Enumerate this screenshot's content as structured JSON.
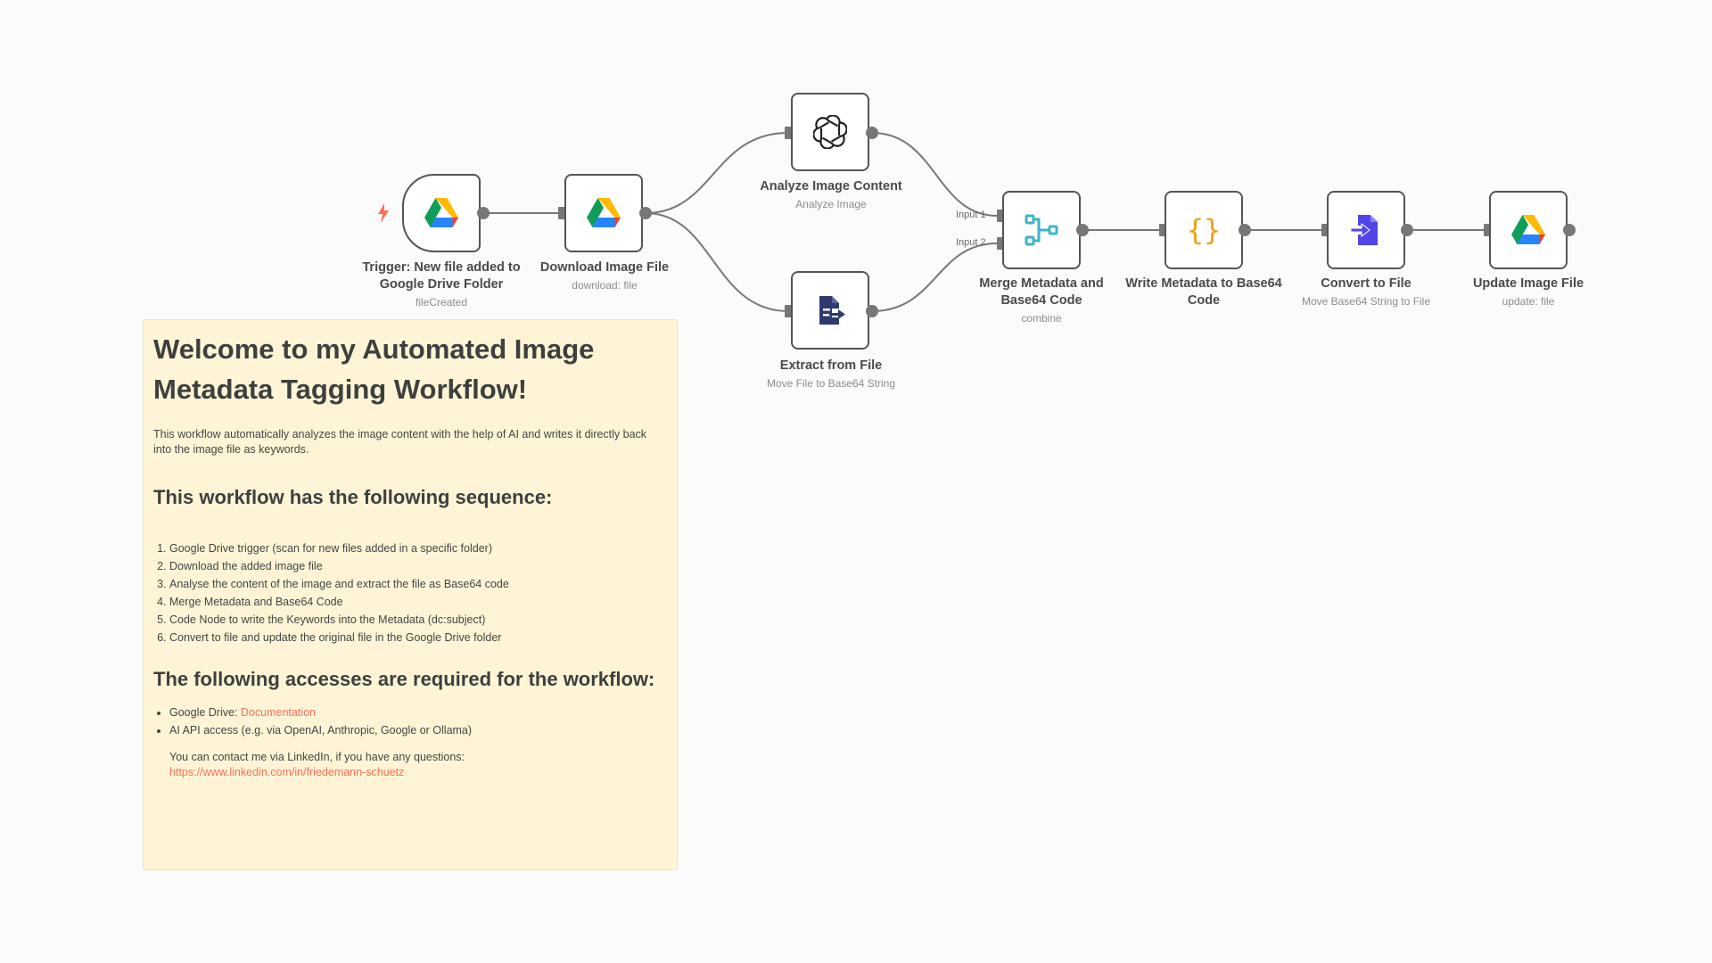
{
  "nodes": {
    "trigger": {
      "title_line1": "Trigger: New file added to",
      "title_line2": "Google Drive Folder",
      "subtitle": "fileCreated",
      "icon": "google-drive-icon"
    },
    "download": {
      "title": "Download Image File",
      "subtitle": "download: file",
      "icon": "google-drive-icon"
    },
    "analyze": {
      "title": "Analyze Image Content",
      "subtitle": "Analyze Image",
      "icon": "openai-icon"
    },
    "extract": {
      "title": "Extract from File",
      "subtitle": "Move File to Base64 String",
      "icon": "extract-file-icon"
    },
    "merge": {
      "title_line1": "Merge Metadata and",
      "title_line2": "Base64 Code",
      "subtitle": "combine",
      "icon": "merge-icon",
      "input1": "Input 1",
      "input2": "Input 2"
    },
    "code": {
      "title_line1": "Write Metadata to Base64",
      "title_line2": "Code",
      "icon": "code-braces-icon"
    },
    "convert": {
      "title": "Convert to File",
      "subtitle": "Move Base64 String to File",
      "icon": "convert-file-icon"
    },
    "update": {
      "title": "Update Image File",
      "subtitle": "update: file",
      "icon": "google-drive-icon"
    }
  },
  "sticky": {
    "heading": "Welcome to my Automated Image Metadata Tagging Workflow!",
    "intro": "This workflow automatically analyzes the image content with the help of AI and writes it directly back into the image file as keywords.",
    "sequence_heading": "This workflow has the following sequence:",
    "sequence": [
      "Google Drive trigger (scan for new files added in a specific folder)",
      "Download the added image file",
      "Analyse the content of the image and extract the file as Base64 code",
      "Merge Metadata and Base64 Code",
      "Code Node to write the Keywords into the Metadata (dc:subject)",
      "Convert to file and update the original file in the Google Drive folder"
    ],
    "access_heading": "The following accesses are required for the workflow:",
    "access_drive_prefix": "Google Drive: ",
    "access_drive_link": "Documentation",
    "access_ai": "AI API access (e.g. via OpenAI, Anthropic, Google or Ollama)",
    "contact_text": "You can contact me via LinkedIn, if you have any questions:",
    "contact_link": "https://www.linkedin.com/in/friedemann-schuetz"
  },
  "colors": {
    "edge": "#777777",
    "accent": "#ff6d5a",
    "sticky_bg": "#fff5d6"
  }
}
